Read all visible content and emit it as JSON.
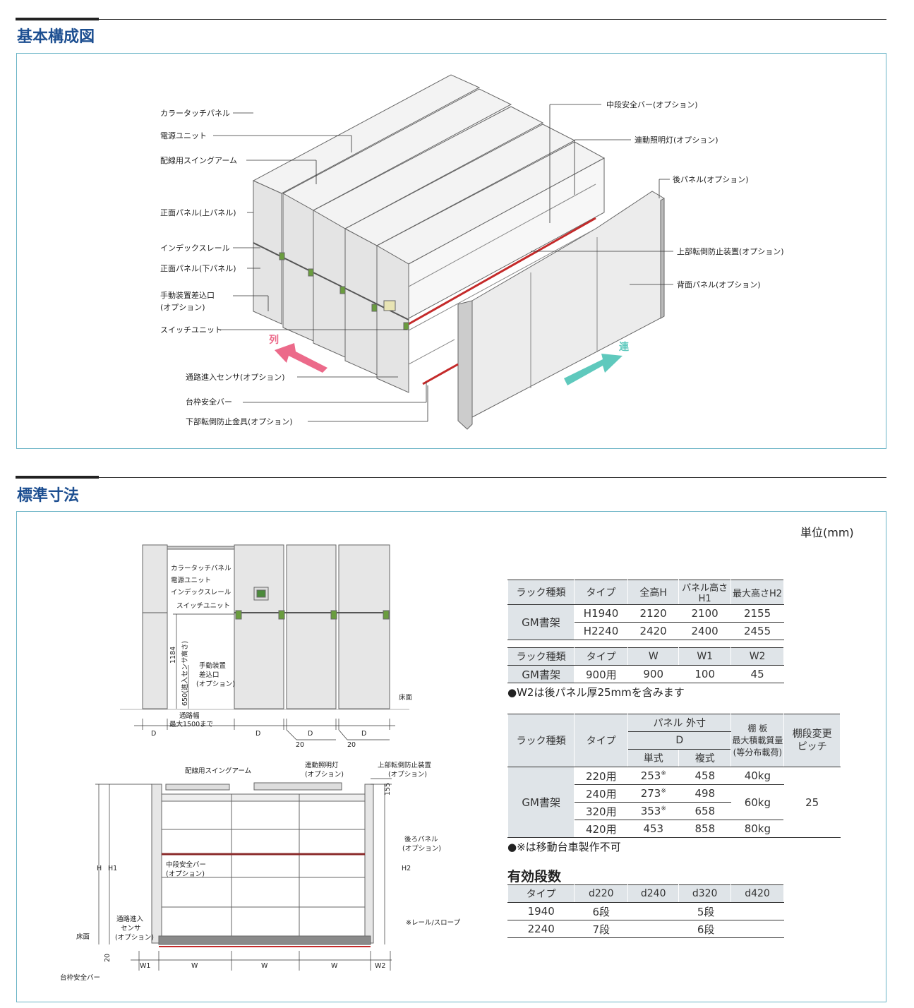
{
  "section1": {
    "title": "基本構成図",
    "labels_left": [
      "カラータッチパネル",
      "電源ユニット",
      "配線用スイングアーム",
      "正面パネル(上パネル)",
      "インデックスレール",
      "正面パネル(下パネル)",
      "手動装置差込口",
      "(オプション)",
      "スイッチユニット",
      "通路進入センサ(オプション)",
      "台枠安全バー",
      "下部転倒防止金具(オプション)"
    ],
    "labels_right": [
      "中段安全バー(オプション)",
      "連動照明灯(オプション)",
      "後パネル(オプション)",
      "上部転倒防止装置(オプション)",
      "背面パネル(オプション)"
    ],
    "arrow_retsu": "列",
    "arrow_ren": "連",
    "colors": {
      "accent_red": "#c42a2a",
      "arrow_pink": "#ec6a8a",
      "arrow_teal": "#5fc9bd",
      "title_blue": "#1d4f91",
      "frame": "#6ab4c6"
    }
  },
  "section2": {
    "title": "標準寸法",
    "unit": "単位(mm)",
    "front_view": {
      "labels": [
        "カラータッチパネル",
        "電源ユニット",
        "インデックスレール",
        "スイッチユニット",
        "手動装置",
        "差込口",
        "(オプション)",
        "床面",
        "通路幅",
        "最大1500まで"
      ],
      "dims": [
        "1184",
        "650(進入センサ高さ)",
        "D",
        "D",
        "D",
        "D",
        "20",
        "20"
      ]
    },
    "side_view": {
      "labels": [
        "配線用スイングアーム",
        "連動照明灯",
        "(オプション)",
        "上部転倒防止装置",
        "(オプション)",
        "後ろパネル",
        "(オプション)",
        "中段安全バー",
        "(オプション)",
        "通路進入",
        "センサ",
        "(オプション)",
        "※レール/スロープ",
        "床面",
        "台枠安全バー"
      ],
      "dims": [
        "H",
        "H1",
        "H2",
        "155",
        "20",
        "W1",
        "W",
        "W",
        "W",
        "W2"
      ]
    },
    "table1": {
      "headers": [
        "ラック種類",
        "タイプ",
        "全高H",
        "パネル高さH1",
        "最大高さH2"
      ],
      "group": "GM書架",
      "rows": [
        [
          "H1940",
          "2120",
          "2100",
          "2155"
        ],
        [
          "H2240",
          "2420",
          "2400",
          "2455"
        ]
      ]
    },
    "table2": {
      "headers": [
        "ラック種類",
        "タイプ",
        "W",
        "W1",
        "W2"
      ],
      "row": [
        "GM書架",
        "900用",
        "900",
        "100",
        "45"
      ]
    },
    "note1": "●W2は後パネル厚25mmを含みます",
    "table3": {
      "h_rack": "ラック種類",
      "h_type": "タイプ",
      "h_panel": "パネル 外寸",
      "h_d": "D",
      "h_single": "単式",
      "h_double": "複式",
      "h_shelf1": "棚 板",
      "h_shelf2": "最大積載質量",
      "h_shelf3": "(等分布載荷)",
      "h_pitch1": "棚段変更",
      "h_pitch2": "ピッチ",
      "group": "GM書架",
      "types": [
        "220用",
        "240用",
        "320用",
        "420用"
      ],
      "single": [
        "253",
        "273",
        "353",
        "453"
      ],
      "single_mark": [
        "※",
        "※",
        "※",
        ""
      ],
      "double": [
        "458",
        "498",
        "658",
        "858"
      ],
      "loads": [
        "40kg",
        "60kg",
        "80kg"
      ],
      "pitch": "25"
    },
    "note2": "●※は移動台車製作不可",
    "eff_title": "有効段数",
    "table4": {
      "headers": [
        "タイプ",
        "d220",
        "d240",
        "d320",
        "d420"
      ],
      "rows": [
        [
          "1940",
          "6段",
          "5段"
        ],
        [
          "2240",
          "7段",
          "6段"
        ]
      ]
    }
  }
}
